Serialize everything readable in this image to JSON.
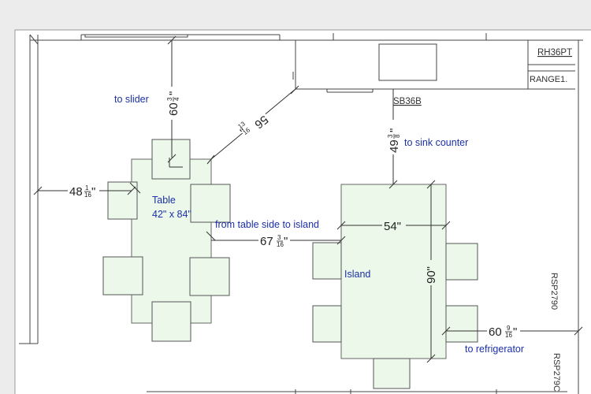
{
  "labels": {
    "to_slider": "to slider",
    "to_sink_counter": "to sink counter",
    "table": "Table",
    "table_size": "42\" x 84\"",
    "table_to_island": "from table side to island",
    "island": "Island",
    "to_refrigerator": "to refrigerator"
  },
  "dimensions": {
    "slider": {
      "whole": "60",
      "num": "3",
      "den": "4",
      "unit": "\""
    },
    "diagonal": {
      "whole": "56",
      "num": "13",
      "den": "16",
      "unit": "\""
    },
    "sink": {
      "whole": "49",
      "num": "3",
      "den": "8",
      "unit": "\""
    },
    "left_wall": {
      "whole": "48",
      "num": "1",
      "den": "16",
      "unit": "\""
    },
    "table_island": {
      "whole": "67",
      "num": "3",
      "den": "16",
      "unit": "\""
    },
    "island_width": "54\"",
    "island_length": "90\"",
    "refrigerator": {
      "whole": "60",
      "num": "9",
      "den": "16",
      "unit": "\""
    }
  },
  "appliances": {
    "rh36pt": "RH36PT",
    "range": "RANGE1.",
    "sb36b": "SB36B",
    "rsp2790_a": "RSP2790",
    "rsp2790_b": "RSP279C"
  },
  "colors": {
    "note_text": "#1a2fa8",
    "furniture_fill": "#ecf9ea",
    "page": "#ffffff",
    "background": "#ececec"
  }
}
